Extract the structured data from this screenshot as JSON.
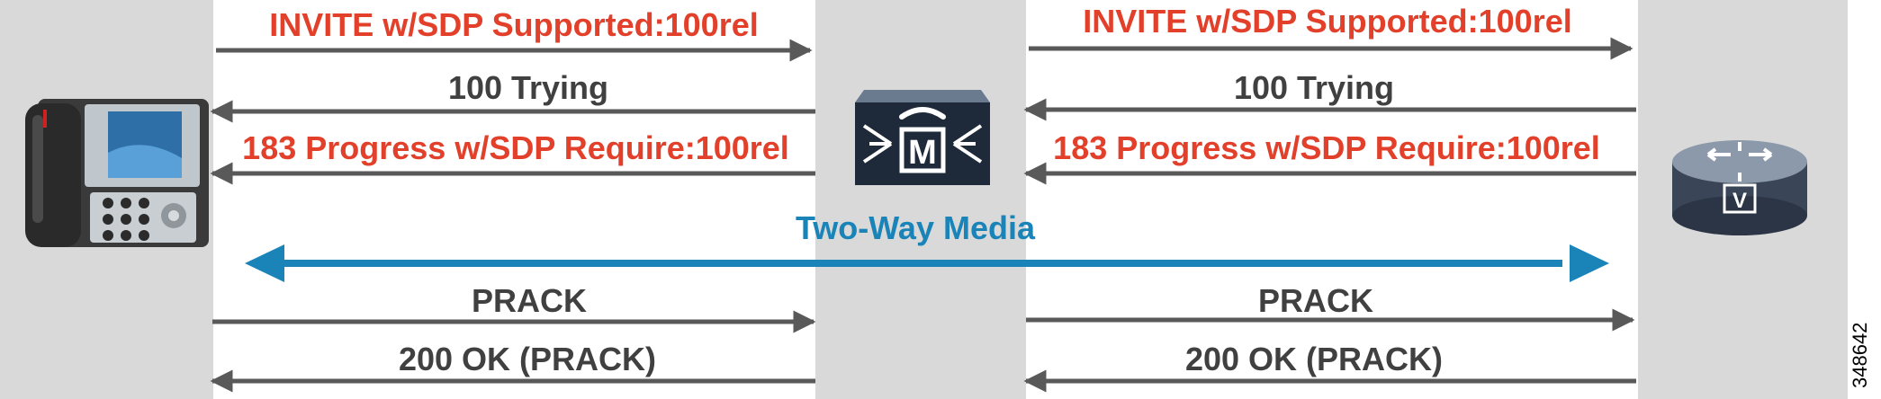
{
  "endpoints": {
    "left": {
      "icon": "ip-phone-icon"
    },
    "middle": {
      "icon": "media-termination-point-icon",
      "glyph": "M"
    },
    "right": {
      "icon": "voice-gateway-router-icon",
      "glyph": "V"
    }
  },
  "messages_left": [
    {
      "label": "INVITE w/SDP Supported:100rel",
      "direction": "right",
      "color": "red"
    },
    {
      "label": "100 Trying",
      "direction": "left",
      "color": "dark"
    },
    {
      "label": "183 Progress w/SDP Require:100rel",
      "direction": "left",
      "color": "red"
    }
  ],
  "messages_right": [
    {
      "label": "INVITE w/SDP Supported:100rel",
      "direction": "right",
      "color": "red"
    },
    {
      "label": "100 Trying",
      "direction": "left",
      "color": "dark"
    },
    {
      "label": "183 Progress w/SDP Require:100rel",
      "direction": "left",
      "color": "red"
    }
  ],
  "media": {
    "label": "Two-Way Media"
  },
  "after_media_left": [
    {
      "label": "PRACK",
      "direction": "right"
    },
    {
      "label": "200 OK (PRACK)",
      "direction": "left"
    }
  ],
  "after_media_right": [
    {
      "label": "PRACK",
      "direction": "right"
    },
    {
      "label": "200 OK (PRACK)",
      "direction": "left"
    }
  ],
  "figure_id": "348642",
  "colors": {
    "red": "#e2402a",
    "dark": "#404040",
    "arrow": "#595959",
    "blue": "#1a84b8",
    "lane": "#d9d9d9"
  }
}
